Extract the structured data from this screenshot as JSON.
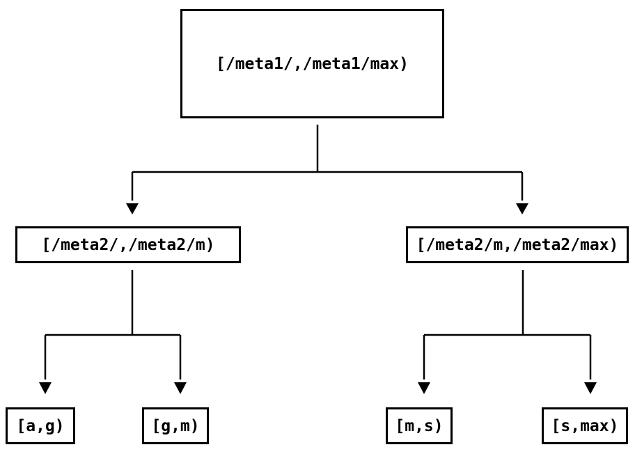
{
  "diagram": {
    "type": "binary-interval-tree",
    "colors": {
      "background": "#ffffff",
      "line": "#000000",
      "box_border": "#000000",
      "text": "#000000"
    },
    "nodes": [
      {
        "id": "root",
        "level": 0,
        "label": "[/meta1/,/meta1/max)"
      },
      {
        "id": "left",
        "level": 1,
        "label": "[/meta2/,/meta2/m)"
      },
      {
        "id": "right",
        "level": 1,
        "label": "[/meta2/m,/meta2/max)"
      },
      {
        "id": "leaf-ag",
        "level": 2,
        "label": "[a,g)"
      },
      {
        "id": "leaf-gm",
        "level": 2,
        "label": "[g,m)"
      },
      {
        "id": "leaf-ms",
        "level": 2,
        "label": "[m,s)"
      },
      {
        "id": "leaf-smax",
        "level": 2,
        "label": "[s,max)"
      }
    ],
    "edges": [
      {
        "from": "root",
        "to": "left"
      },
      {
        "from": "root",
        "to": "right"
      },
      {
        "from": "left",
        "to": "leaf-ag"
      },
      {
        "from": "left",
        "to": "leaf-gm"
      },
      {
        "from": "right",
        "to": "leaf-ms"
      },
      {
        "from": "right",
        "to": "leaf-smax"
      }
    ]
  }
}
